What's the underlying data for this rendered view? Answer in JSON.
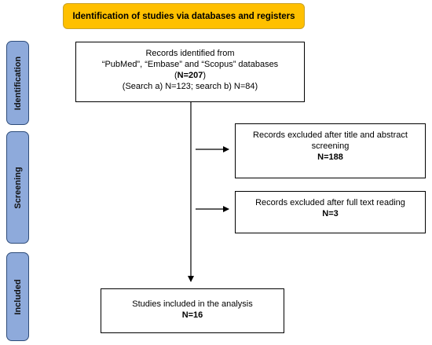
{
  "header": {
    "title": "Identification of studies via databases and registers"
  },
  "stages": {
    "identification": "Identification",
    "screening": "Screening",
    "included": "Included"
  },
  "boxes": {
    "identified": {
      "line1": "Records identified from",
      "line2": "“PubMed”, “Embase” and “Scopus” databases",
      "count_open": "(",
      "count": "N=207",
      "count_close": ")",
      "line4": "(Search a) N=123; search b) N=84)"
    },
    "excluded_title": {
      "line1": "Records excluded after title and abstract",
      "line2": "screening",
      "count": "N=188"
    },
    "excluded_fulltext": {
      "line1": "Records excluded after full text reading",
      "count": "N=3"
    },
    "included": {
      "line1": "Studies included in the analysis",
      "count": "N=16"
    }
  },
  "colors": {
    "header_fill": "#ffc000",
    "stage_fill": "#8eaadb",
    "stage_border": "#2f4d7a",
    "box_border": "#000000"
  }
}
